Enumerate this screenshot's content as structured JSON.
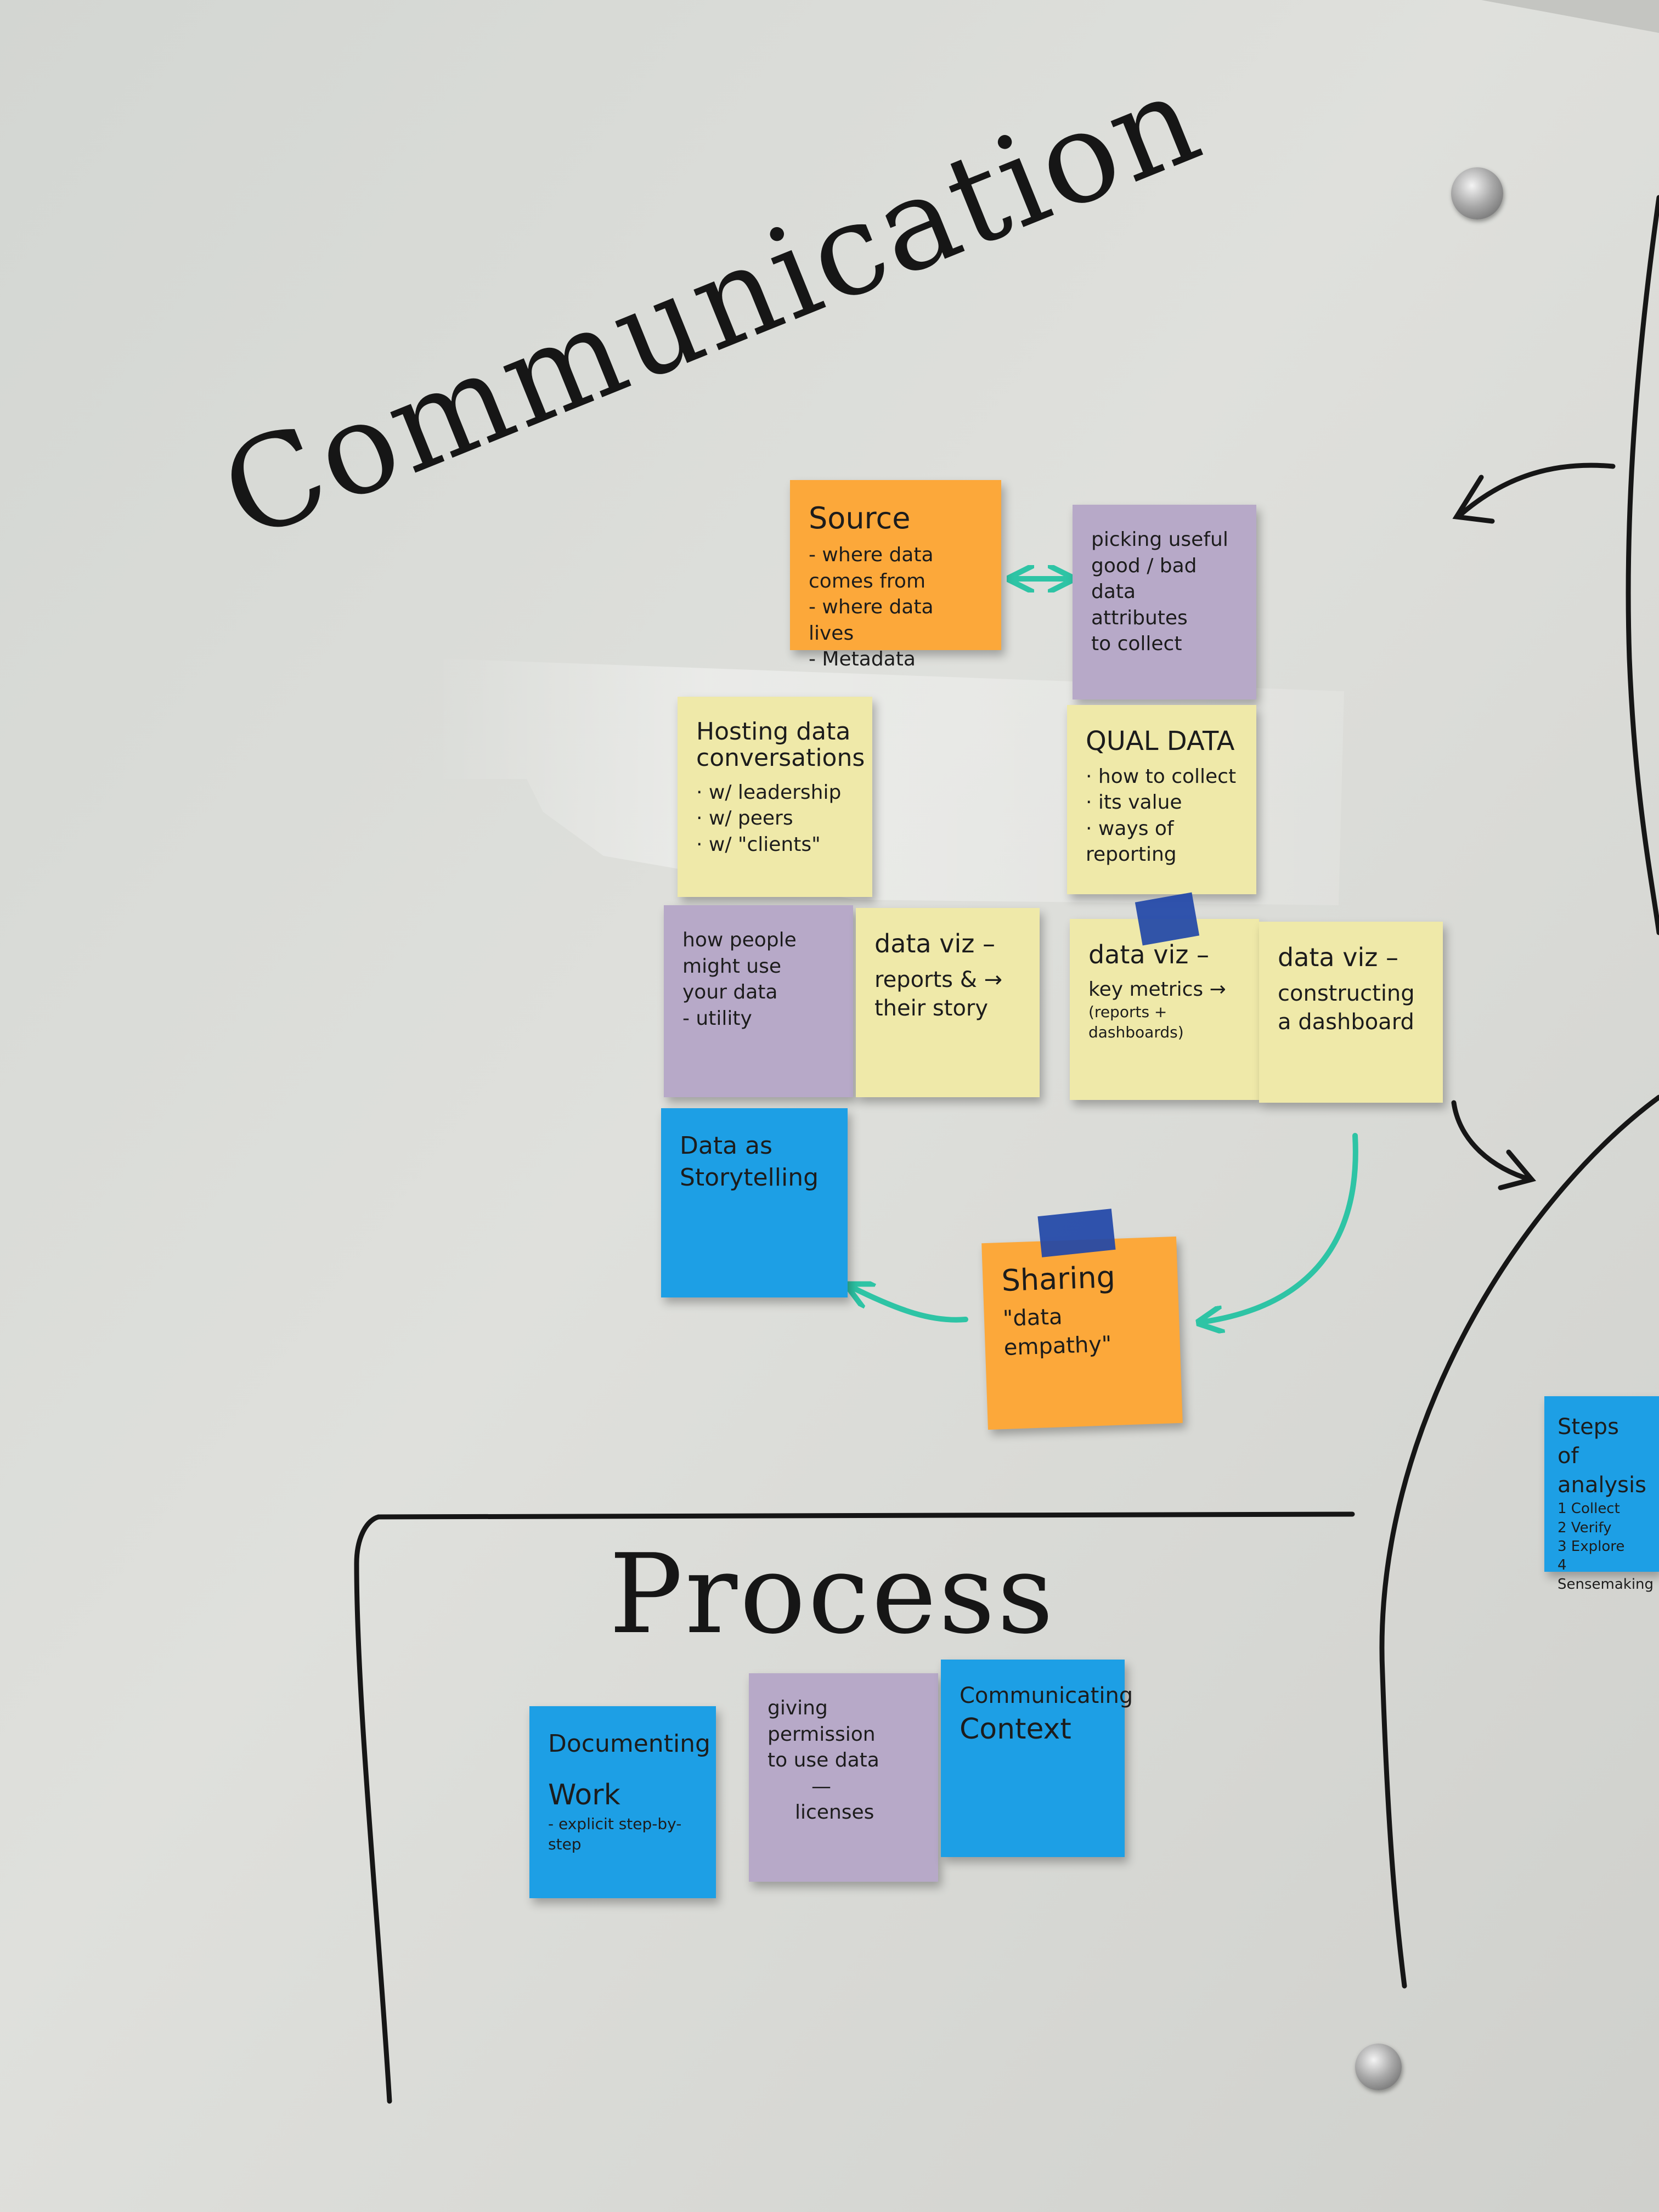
{
  "colors": {
    "orange_note": "#fca83a",
    "purple_note": "#b7a9c8",
    "yellow_note": "#efe9a9",
    "blue_note": "#1d9fe5",
    "marker_black": "#161616",
    "marker_teal": "#2ec4a5",
    "tape_blue": "#2146a8"
  },
  "headings": {
    "communication": "Communication",
    "process": "Process"
  },
  "notes": {
    "source": {
      "title": "Source",
      "lines": [
        "- where data comes from",
        "- where data lives",
        "- Metadata"
      ]
    },
    "picking": {
      "lines": [
        "picking useful",
        "good / bad",
        "data attributes",
        "to collect"
      ]
    },
    "hosting": {
      "title": "Hosting data conversations",
      "lines": [
        "· w/ leadership",
        "· w/ peers",
        "· w/ \"clients\""
      ]
    },
    "qual": {
      "title": "QUAL DATA",
      "lines": [
        "· how to collect",
        "· its value",
        "· ways of reporting"
      ]
    },
    "how_people": {
      "lines": [
        "how people",
        "might use",
        "your data",
        "- utility"
      ]
    },
    "reports": {
      "title": "data viz –",
      "lines": [
        "reports & →",
        "their story"
      ]
    },
    "key_metrics": {
      "title": "data viz –",
      "lines": [
        "key metrics →",
        "(reports + dashboards)"
      ]
    },
    "dashboard": {
      "title": "data viz –",
      "lines": [
        "constructing",
        "a dashboard"
      ]
    },
    "storytelling": {
      "lines": [
        "Data as",
        "Storytelling"
      ]
    },
    "sharing": {
      "title": "Sharing",
      "lines": [
        "\"data",
        "empathy\""
      ]
    },
    "steps": {
      "lines": [
        "Steps of",
        "analysis",
        "1 Collect",
        "2 Verify",
        "3 Explore",
        "4 Sensemaking"
      ]
    },
    "documenting": {
      "lines": [
        "Documenting",
        "Work",
        "- explicit step-by-step"
      ]
    },
    "permission": {
      "lines": [
        "giving permission",
        "to use data",
        "—",
        "licenses"
      ]
    },
    "context": {
      "lines": [
        "Communicating",
        "Context"
      ]
    }
  }
}
